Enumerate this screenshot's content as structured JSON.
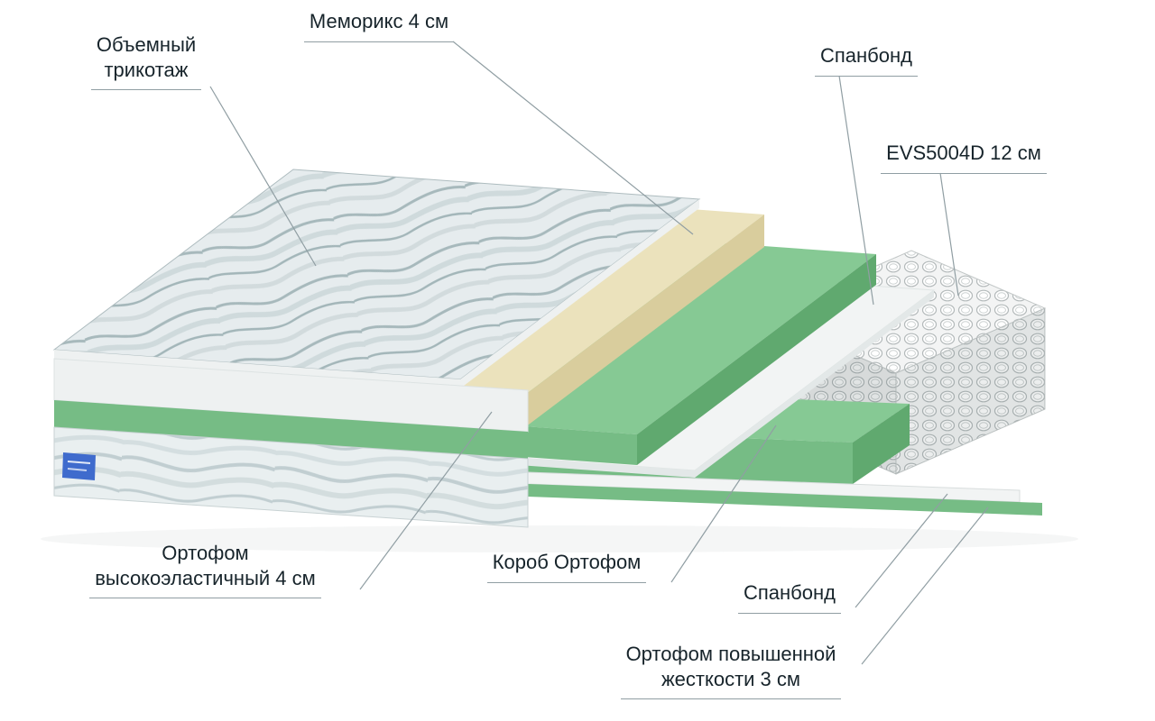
{
  "labels": {
    "knit": "Объемный\nтрикотаж",
    "memorix": "Меморикс 4 см",
    "spunbond_top": "Спанбонд",
    "springs": "EVS5004D 12 см",
    "ortho_elastic": "Ортофом\nвысокоэластичный 4 см",
    "box": "Короб Ортофом",
    "spunbond_bottom": "Спанбонд",
    "ortho_hard": "Ортофом повышенной\nжесткости 3 см"
  },
  "colors": {
    "text": "#17242b",
    "leader": "#909ea3",
    "green_top": "#86c994",
    "green_front": "#76bc85",
    "green_side": "#60a96f",
    "cream_top": "#ebe2bc",
    "cream_side": "#d9cd9d",
    "cream_front": "#e4dab0",
    "fabric_base": "#e6ecee",
    "fabric_wave_dark": "#9cb1b4",
    "fabric_wave_light": "#c0ced0",
    "side_base": "#e9eff0",
    "side_wave": "#b6c6c9",
    "white_layer": "#f2f4f4",
    "white_edge": "#e3e8e8",
    "band_white": "#eef1f1",
    "spring_bg": "#f3f4f4",
    "spring_face": "#ffffff",
    "spring_stroke": "#b3b9ba",
    "tag_blue": "#3f6bcd"
  }
}
